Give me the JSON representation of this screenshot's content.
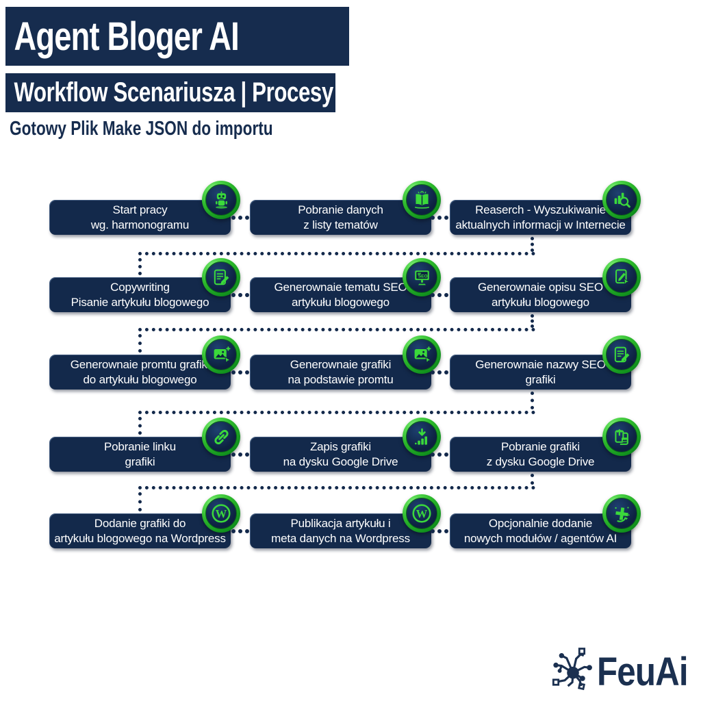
{
  "header": {
    "title": "Agent Bloger AI",
    "subtitle": "Workflow Scenariusza | Procesy",
    "tagline": "Gotowy Plik Make JSON do importu"
  },
  "colors": {
    "navy": "#162C4E",
    "box_navy": "#13294B",
    "icon_green": "#3BD93B",
    "ring_green": "#2DB92C",
    "background": "#FFFFFF"
  },
  "workflow": {
    "steps": [
      {
        "label": "Start pracy\nwg. harmonogramu",
        "icon": "robot-icon"
      },
      {
        "label": "Pobranie danych\nz listy tematów",
        "icon": "open-book-icon"
      },
      {
        "label": "Reaserch - Wyszukiwanie\naktualnych informacji w Internecie",
        "icon": "analytics-search-icon"
      },
      {
        "label": "Copywriting\nPisanie artykułu blogowego",
        "icon": "writing-document-icon"
      },
      {
        "label": "Generownaie tematu SEO\nartykułu blogowego",
        "icon": "seo-monitor-icon"
      },
      {
        "label": "Generownaie opisu SEO\nartykułu blogowego",
        "icon": "design-document-icon"
      },
      {
        "label": "Generownaie promtu grafiki\ndo artykułu blogowego",
        "icon": "image-generate-icon"
      },
      {
        "label": "Generownaie grafiki\nna podstawie promtu",
        "icon": "image-generate-icon"
      },
      {
        "label": "Generownaie nazwy SEO\ngrafiki",
        "icon": "writing-document-icon"
      },
      {
        "label": "Pobranie linku\ngrafiki",
        "icon": "link-icon"
      },
      {
        "label": "Zapis grafiki\nna dysku Google Drive",
        "icon": "save-chart-icon"
      },
      {
        "label": "Pobranie grafiki\nz dysku Google Drive",
        "icon": "fetch-image-icon"
      },
      {
        "label": "Dodanie grafiki do\nartykułu blogowego na Wordpress",
        "icon": "wordpress-icon"
      },
      {
        "label": "Publikacja artykułu i\nmeta danych na Wordpress",
        "icon": "wordpress-icon"
      },
      {
        "label": "Opcjonalnie dodanie\nnowych modułów / agentów AI",
        "icon": "add-modules-icon"
      }
    ]
  },
  "brand": {
    "name": "FeuAi",
    "icon": "network-node-icon"
  }
}
